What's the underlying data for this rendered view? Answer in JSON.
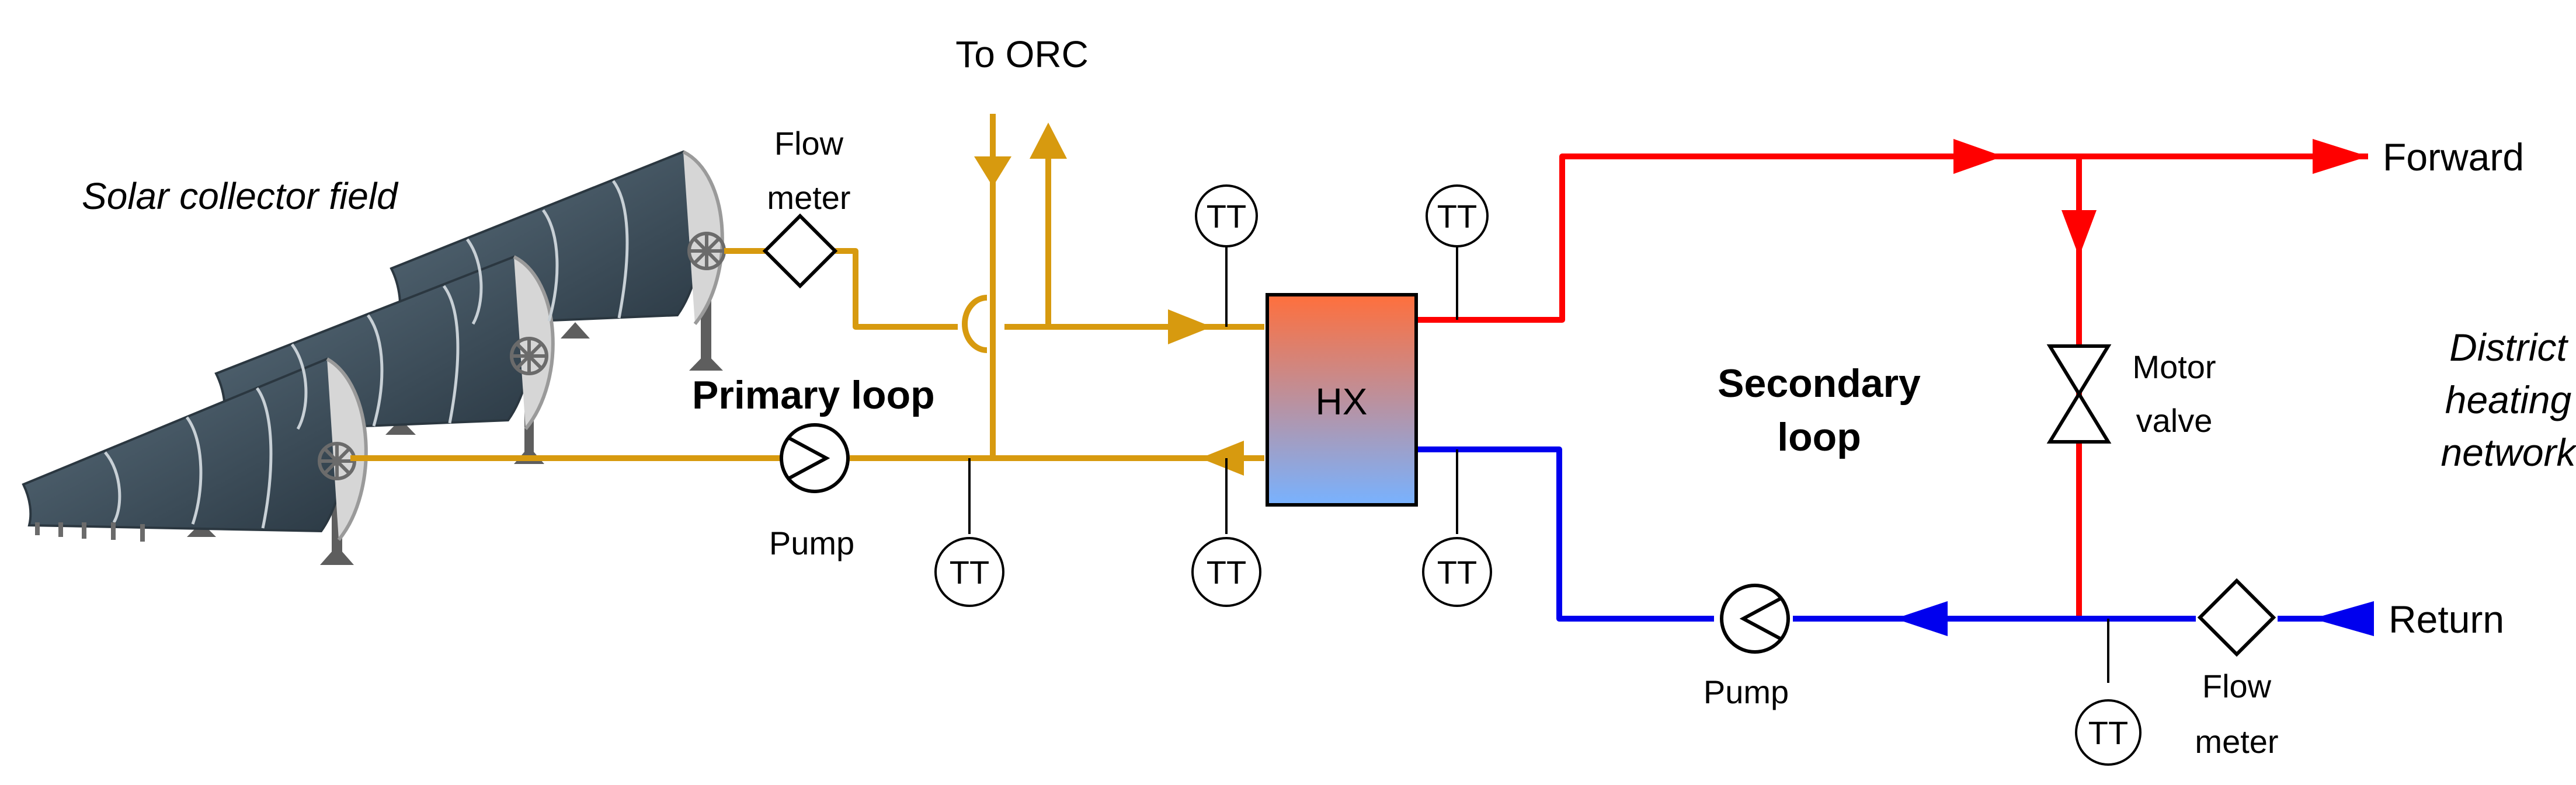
{
  "labels": {
    "field": "Solar collector field",
    "to_orc": "To ORC",
    "flow_meter_1": "Flow",
    "flow_meter_2": "meter",
    "primary_loop": "Primary loop",
    "pump": "Pump",
    "hx": "HX",
    "tt": "TT",
    "secondary_1": "Secondary",
    "secondary_2": "loop",
    "motor_1": "Motor",
    "motor_2": "valve",
    "forward": "Forward",
    "return": "Return",
    "district_1": "District",
    "district_2": "heating",
    "district_3": "network"
  },
  "colors": {
    "primary": "#d79a0f",
    "hot": "#ff0000",
    "cold": "#0000ee",
    "hx_top": "#ff6f3c",
    "hx_bottom": "#78b2ff",
    "collector": "#3a4c5a",
    "frame": "#6b6b6b",
    "line": "#000000"
  }
}
